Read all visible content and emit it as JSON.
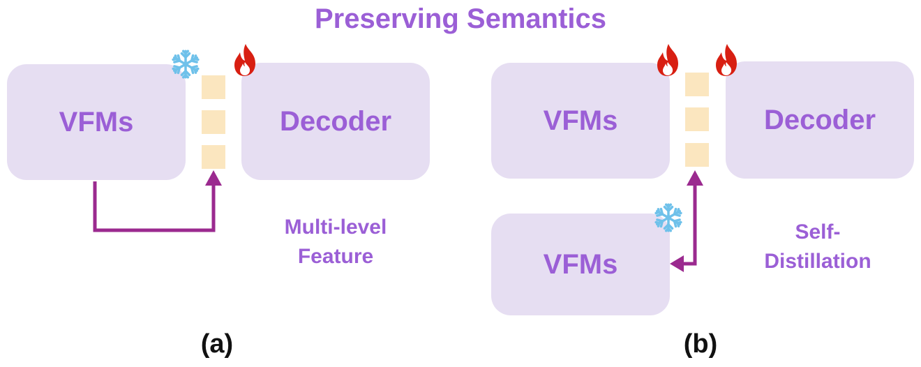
{
  "title": "Preserving Semantics",
  "panel_a": {
    "caption": "(a)",
    "encoder_label": "VFMs",
    "decoder_label": "Decoder",
    "method_label": "Multi-level Feature",
    "method_lines": [
      "Multi-level",
      "Feature"
    ]
  },
  "panel_b": {
    "caption": "(b)",
    "encoder_label": "VFMs",
    "decoder_label": "Decoder",
    "teacher_label": "VFMs",
    "method_label": "Self-Distillation",
    "method_lines": [
      "Self-",
      "Distillation"
    ]
  },
  "icons": {
    "frozen": "snowflake-icon",
    "trainable": "flame-icon"
  },
  "colors": {
    "accent_text": "#9b5fd6",
    "box_fill": "#e6def2",
    "feature_fill": "#fbe6bf",
    "arrow": "#9b2a8f",
    "flame": "#d81f12",
    "snowflake": "#6fc1ea"
  }
}
